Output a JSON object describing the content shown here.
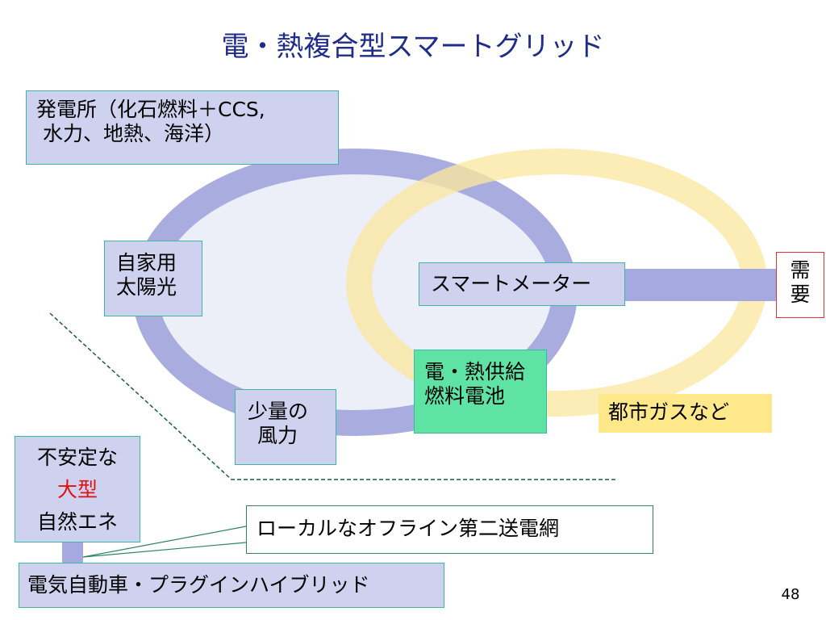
{
  "title": "電・熱複合型スマートグリッド",
  "boxes": {
    "power_plant": [
      "発電所（化石燃料＋CCS,",
      " 水力、地熱、海洋）"
    ],
    "home_solar": [
      "自家用",
      "太陽光"
    ],
    "small_wind": [
      "少量の",
      "風力"
    ],
    "smart_meter": "スマートメーター",
    "fuel_cell": [
      "電・熱供給",
      "燃料電池"
    ],
    "city_gas": "都市ガスなど",
    "demand": [
      "需",
      "要"
    ],
    "unstable": {
      "line1": "不安定な",
      "line2": "大型",
      "line3": "自然エネ"
    },
    "offline_grid": "ローカルなオフライン第二送電網",
    "ev": "電気自動車・プラグインハイブリッド"
  },
  "page_number": "48",
  "colors": {
    "title": "#1f2d8a",
    "electric_ring": "#a9acdf",
    "heat_ring": "#fbe7a0",
    "connector": "#a6a8e0",
    "box_fill": "#cfd2ee",
    "box_border": "#3cb8a6",
    "fuel_cell_fill": "#5ee3a5",
    "city_gas_fill": "#ffe88a",
    "demand_border": "#e03434",
    "highlight_text": "#e01010",
    "dashed_line": "#1a5e3a"
  }
}
